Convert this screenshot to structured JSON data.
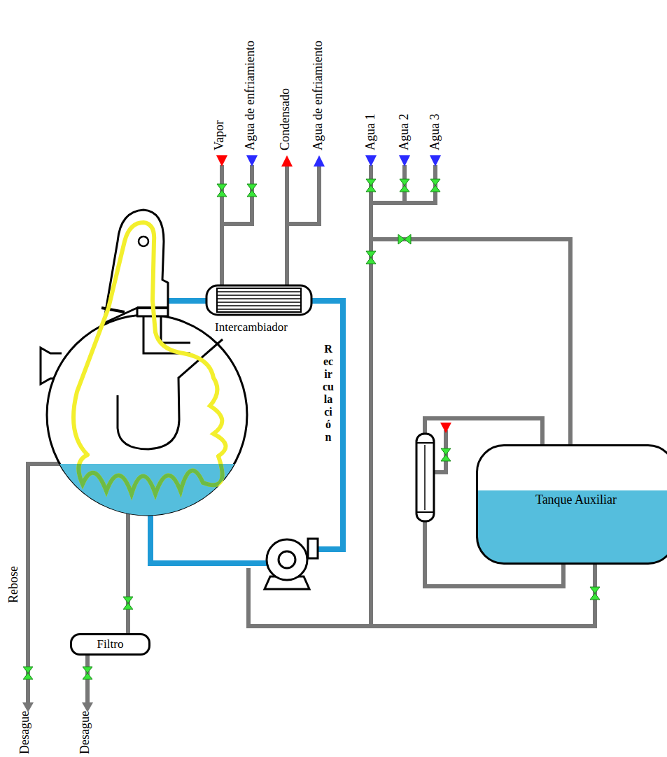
{
  "diagram": {
    "nodes": [
      {
        "text": [
          "Intercambiador"
        ]
      },
      {
        "text": [
          "Filtro"
        ]
      },
      {
        "text": [
          "Tanque Auxiliar"
        ]
      }
    ],
    "labels": [
      "Vapor",
      "Agua de enfriamiento",
      "Condensado",
      "Agua de enfriamiento",
      "Agua 1",
      "Agua 2",
      "Agua 3",
      "Recirculación",
      "Rebose",
      "Desague",
      "Desague"
    ]
  }
}
